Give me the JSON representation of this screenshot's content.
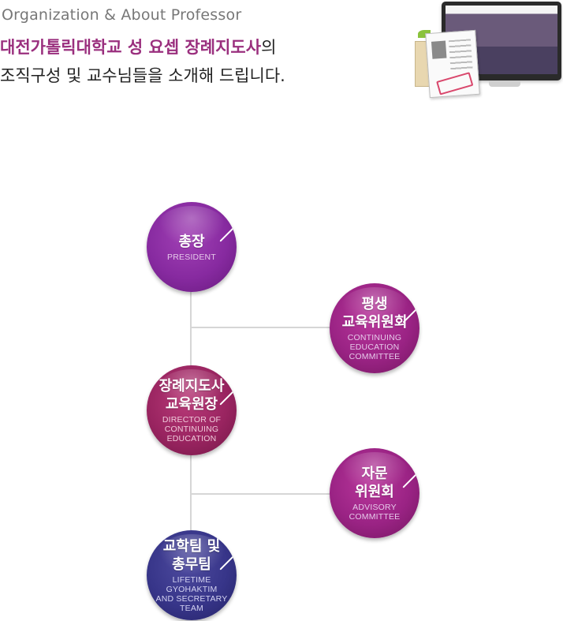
{
  "header": {
    "subtitle": "Organization & About Professor",
    "title_accent": "대전가톨릭대학교 성 요셉 장례지도사",
    "title_rest": "의",
    "title_line2": "조직구성 및 교수님들을 소개해 드립니다."
  },
  "nodes": [
    {
      "id": "president",
      "kr": "총장",
      "en": "PRESIDENT"
    },
    {
      "id": "continuing",
      "kr": "평생\n교육위원회",
      "en": "CONTINUING\nEDUCATION\nCOMMITTEE"
    },
    {
      "id": "director",
      "kr": "장례지도사\n교육원장",
      "en": "DIRECTOR  OF\nCONTINUING\nEDUCATION"
    },
    {
      "id": "advisory",
      "kr": "자문\n위원회",
      "en": "ADVISORY\nCOMMITTEE"
    },
    {
      "id": "team",
      "kr": "교학팀 및\n총무팀",
      "en": "LIFETIME  GYOHAKTIM\nAND  SECRETARY\nTEAM"
    }
  ],
  "colors": {
    "accent": "#9a2f7e",
    "node_purple": "#872aa0",
    "node_magenta": "#9a2384",
    "node_crimson": "#992460",
    "node_navy": "#373589",
    "connector": "#d6d6d6"
  },
  "icons": {
    "illustration": "monitor-document-illustration",
    "node_mark": "slash-mark-icon"
  }
}
